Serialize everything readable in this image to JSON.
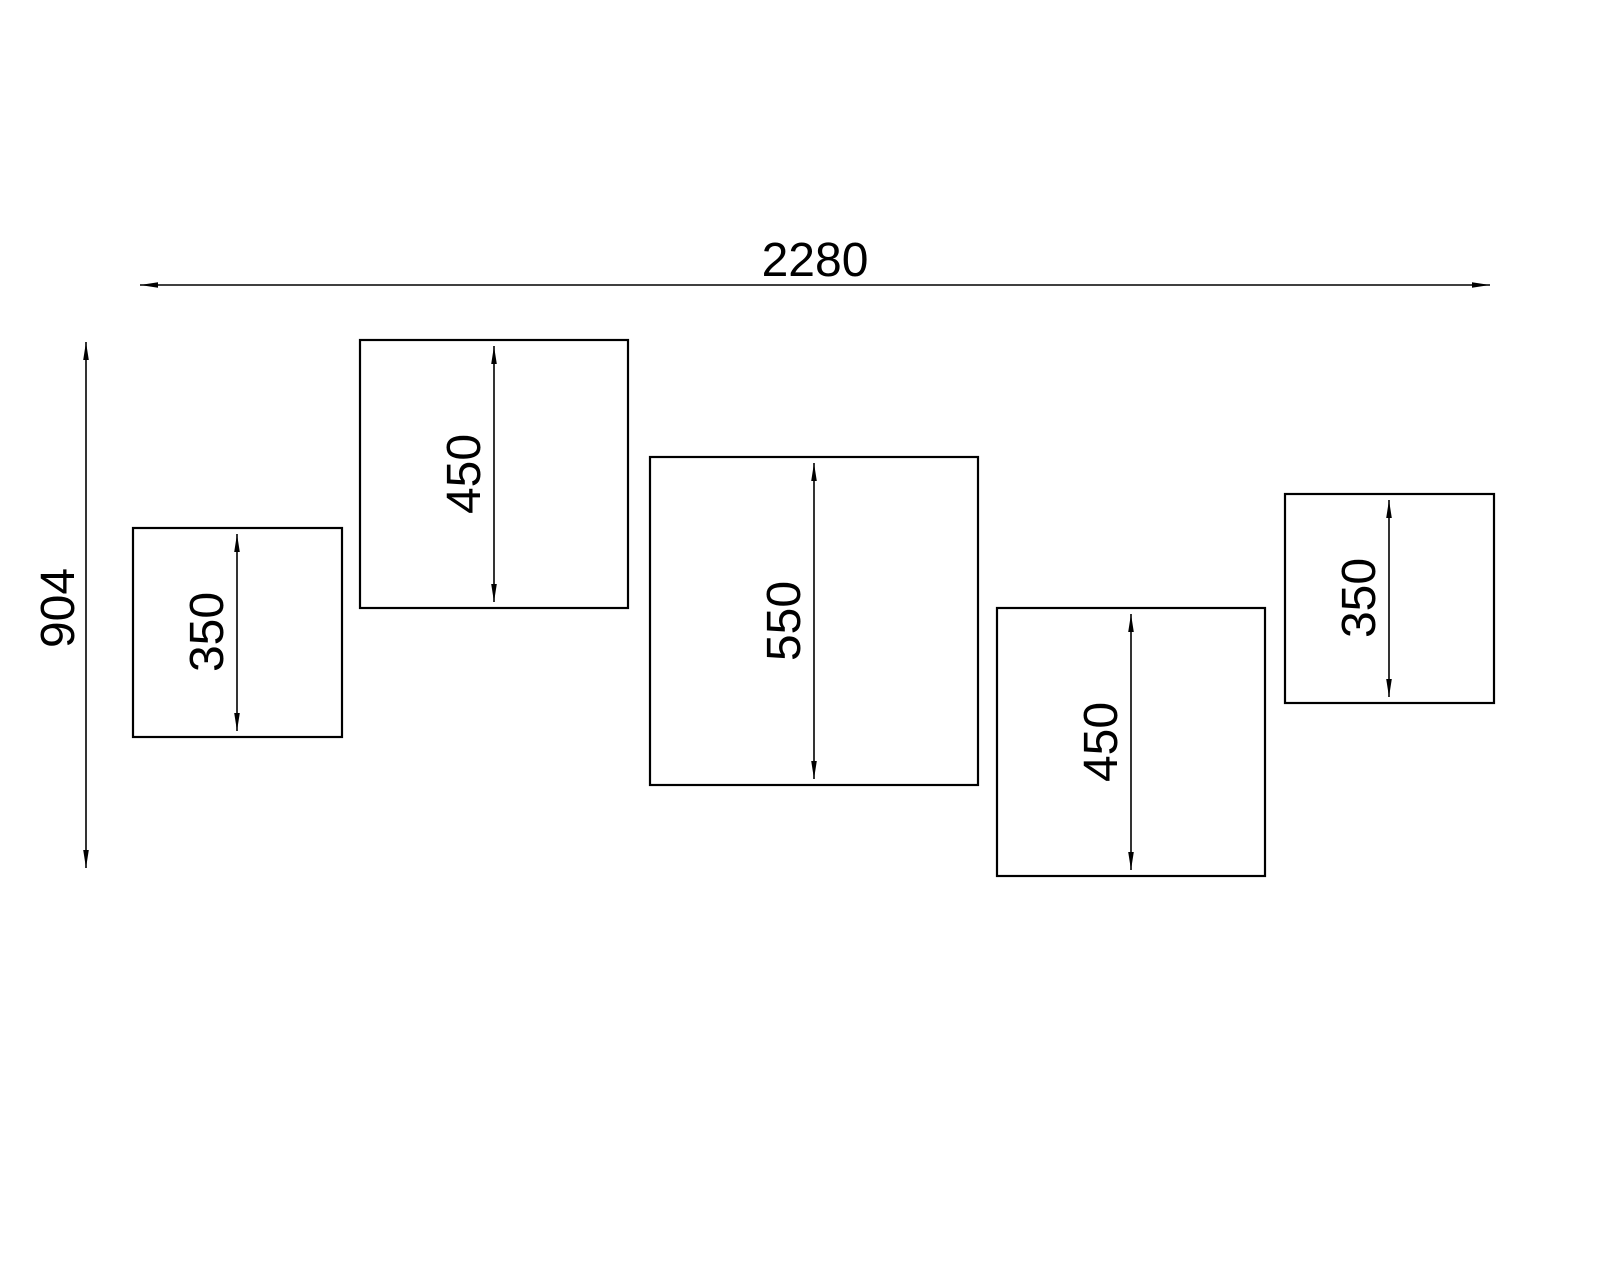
{
  "drawing": {
    "type": "dimension-drawing",
    "overall": {
      "width_label": "2280",
      "height_label": "904"
    },
    "boxes": [
      {
        "label": "350"
      },
      {
        "label": "450"
      },
      {
        "label": "550"
      },
      {
        "label": "450"
      },
      {
        "label": "350"
      }
    ],
    "colors": {
      "line": "#000000",
      "background": "#ffffff"
    }
  }
}
